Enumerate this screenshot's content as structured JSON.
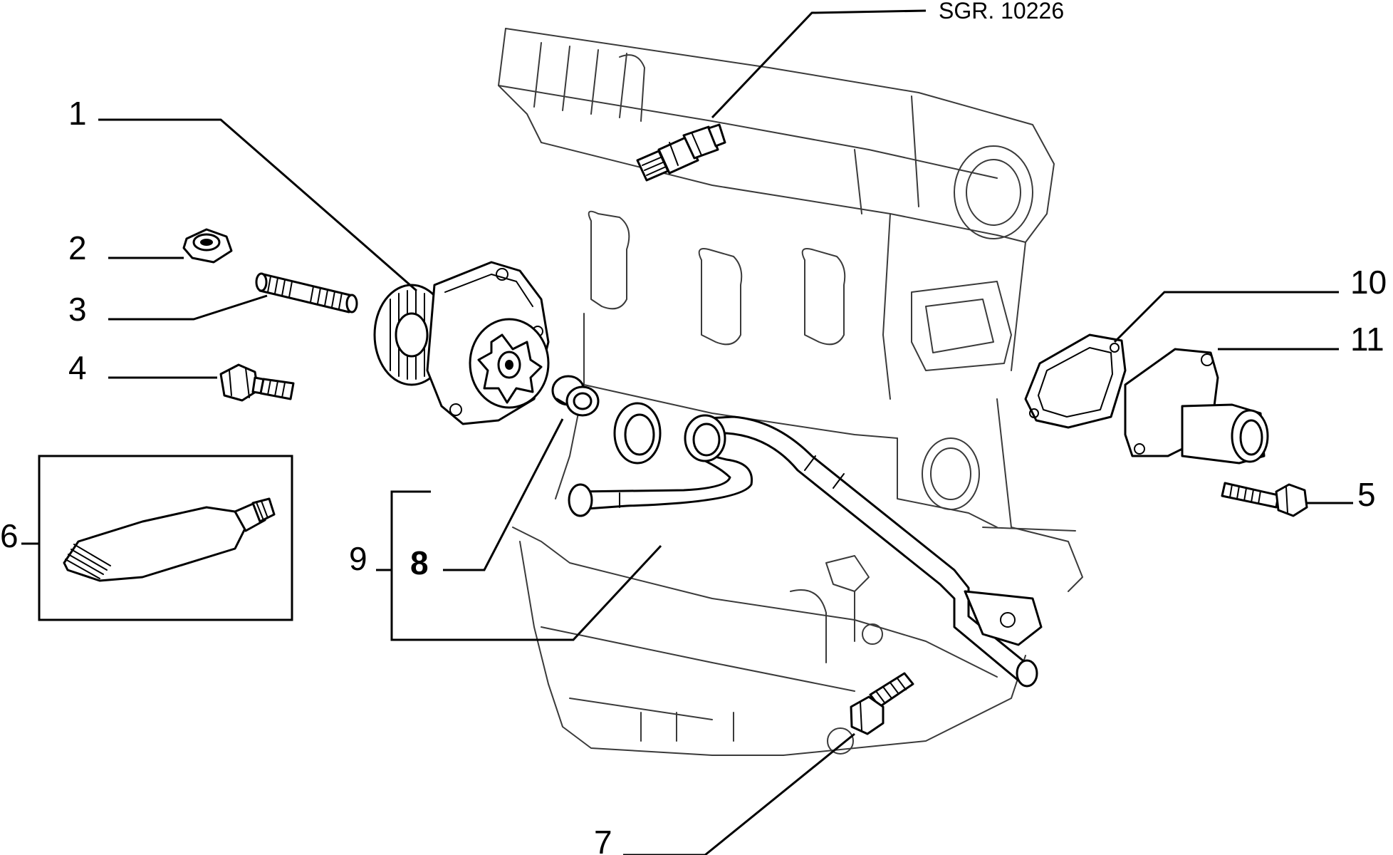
{
  "reference_code": "SGR. 10226",
  "callouts": {
    "c1": "1",
    "c2": "2",
    "c3": "3",
    "c4": "4",
    "c5": "5",
    "c6": "6",
    "c7": "7",
    "c8": "8",
    "c9": "9",
    "c10": "10",
    "c11": "11"
  }
}
